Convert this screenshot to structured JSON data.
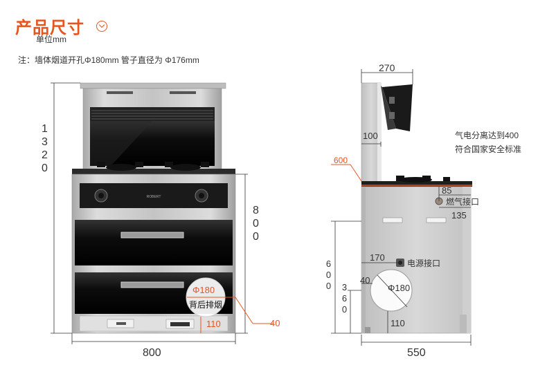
{
  "header": {
    "title": "产品尺寸",
    "unit": "单位mm",
    "note": "注：墙体烟道开孔Φ180mm  管子直径为 Φ176mm"
  },
  "front_view": {
    "height_total": "1320",
    "height_cabinet": "800",
    "width": "800",
    "exhaust_diameter": "Φ180",
    "exhaust_label": "背后排烟",
    "exhaust_offset": "110",
    "side_offset": "40",
    "brand": "ROBERT"
  },
  "side_view": {
    "top_width": "270",
    "back_depth": "100",
    "wall_gap": "600",
    "gas_offset_v": "85",
    "gas_label": "燃气接口",
    "gas_offset_h": "135",
    "power_offset": "170",
    "power_label": "电源接口",
    "height_600": "600",
    "height_360": "360",
    "exhaust_offset_40": "40",
    "exhaust_diameter": "Φ180",
    "exhaust_bottom": "110",
    "depth": "550",
    "separation_note_1": "气电分离达到400",
    "separation_note_2": "符合国家安全标准"
  },
  "colors": {
    "accent": "#e8541e",
    "steel": "#c8c8c8",
    "glass": "#111111"
  }
}
